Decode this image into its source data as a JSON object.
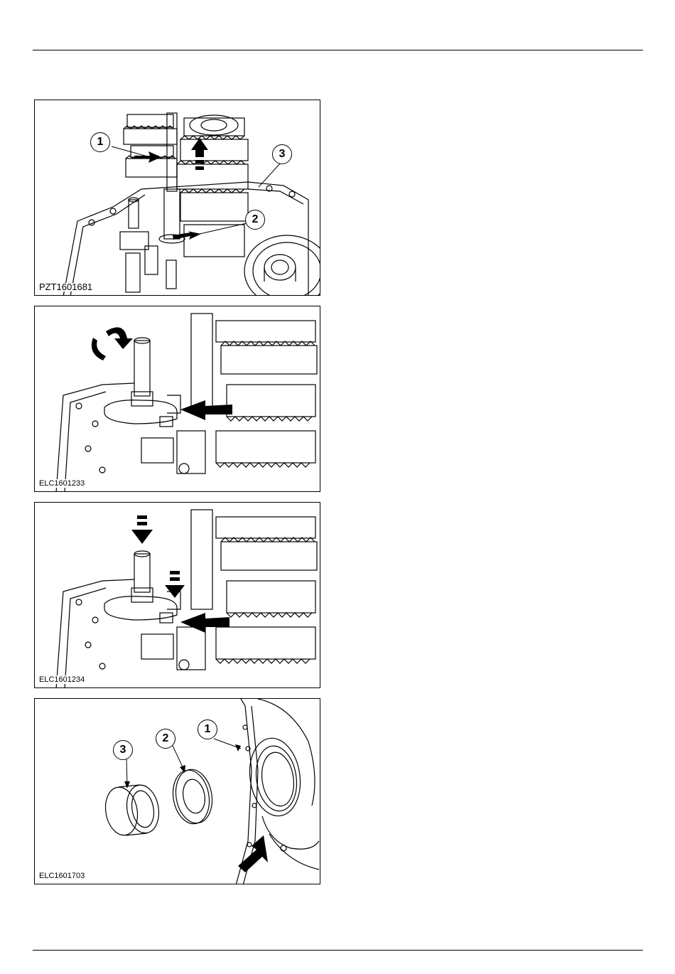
{
  "figures": [
    {
      "code": "PZT1601681",
      "callouts": [
        "1",
        "2",
        "3"
      ]
    },
    {
      "code": "ELC1601233",
      "callouts": []
    },
    {
      "code": "ELC1601234",
      "callouts": []
    },
    {
      "code": "ELC1601703",
      "callouts": [
        "1",
        "2",
        "3"
      ]
    }
  ]
}
